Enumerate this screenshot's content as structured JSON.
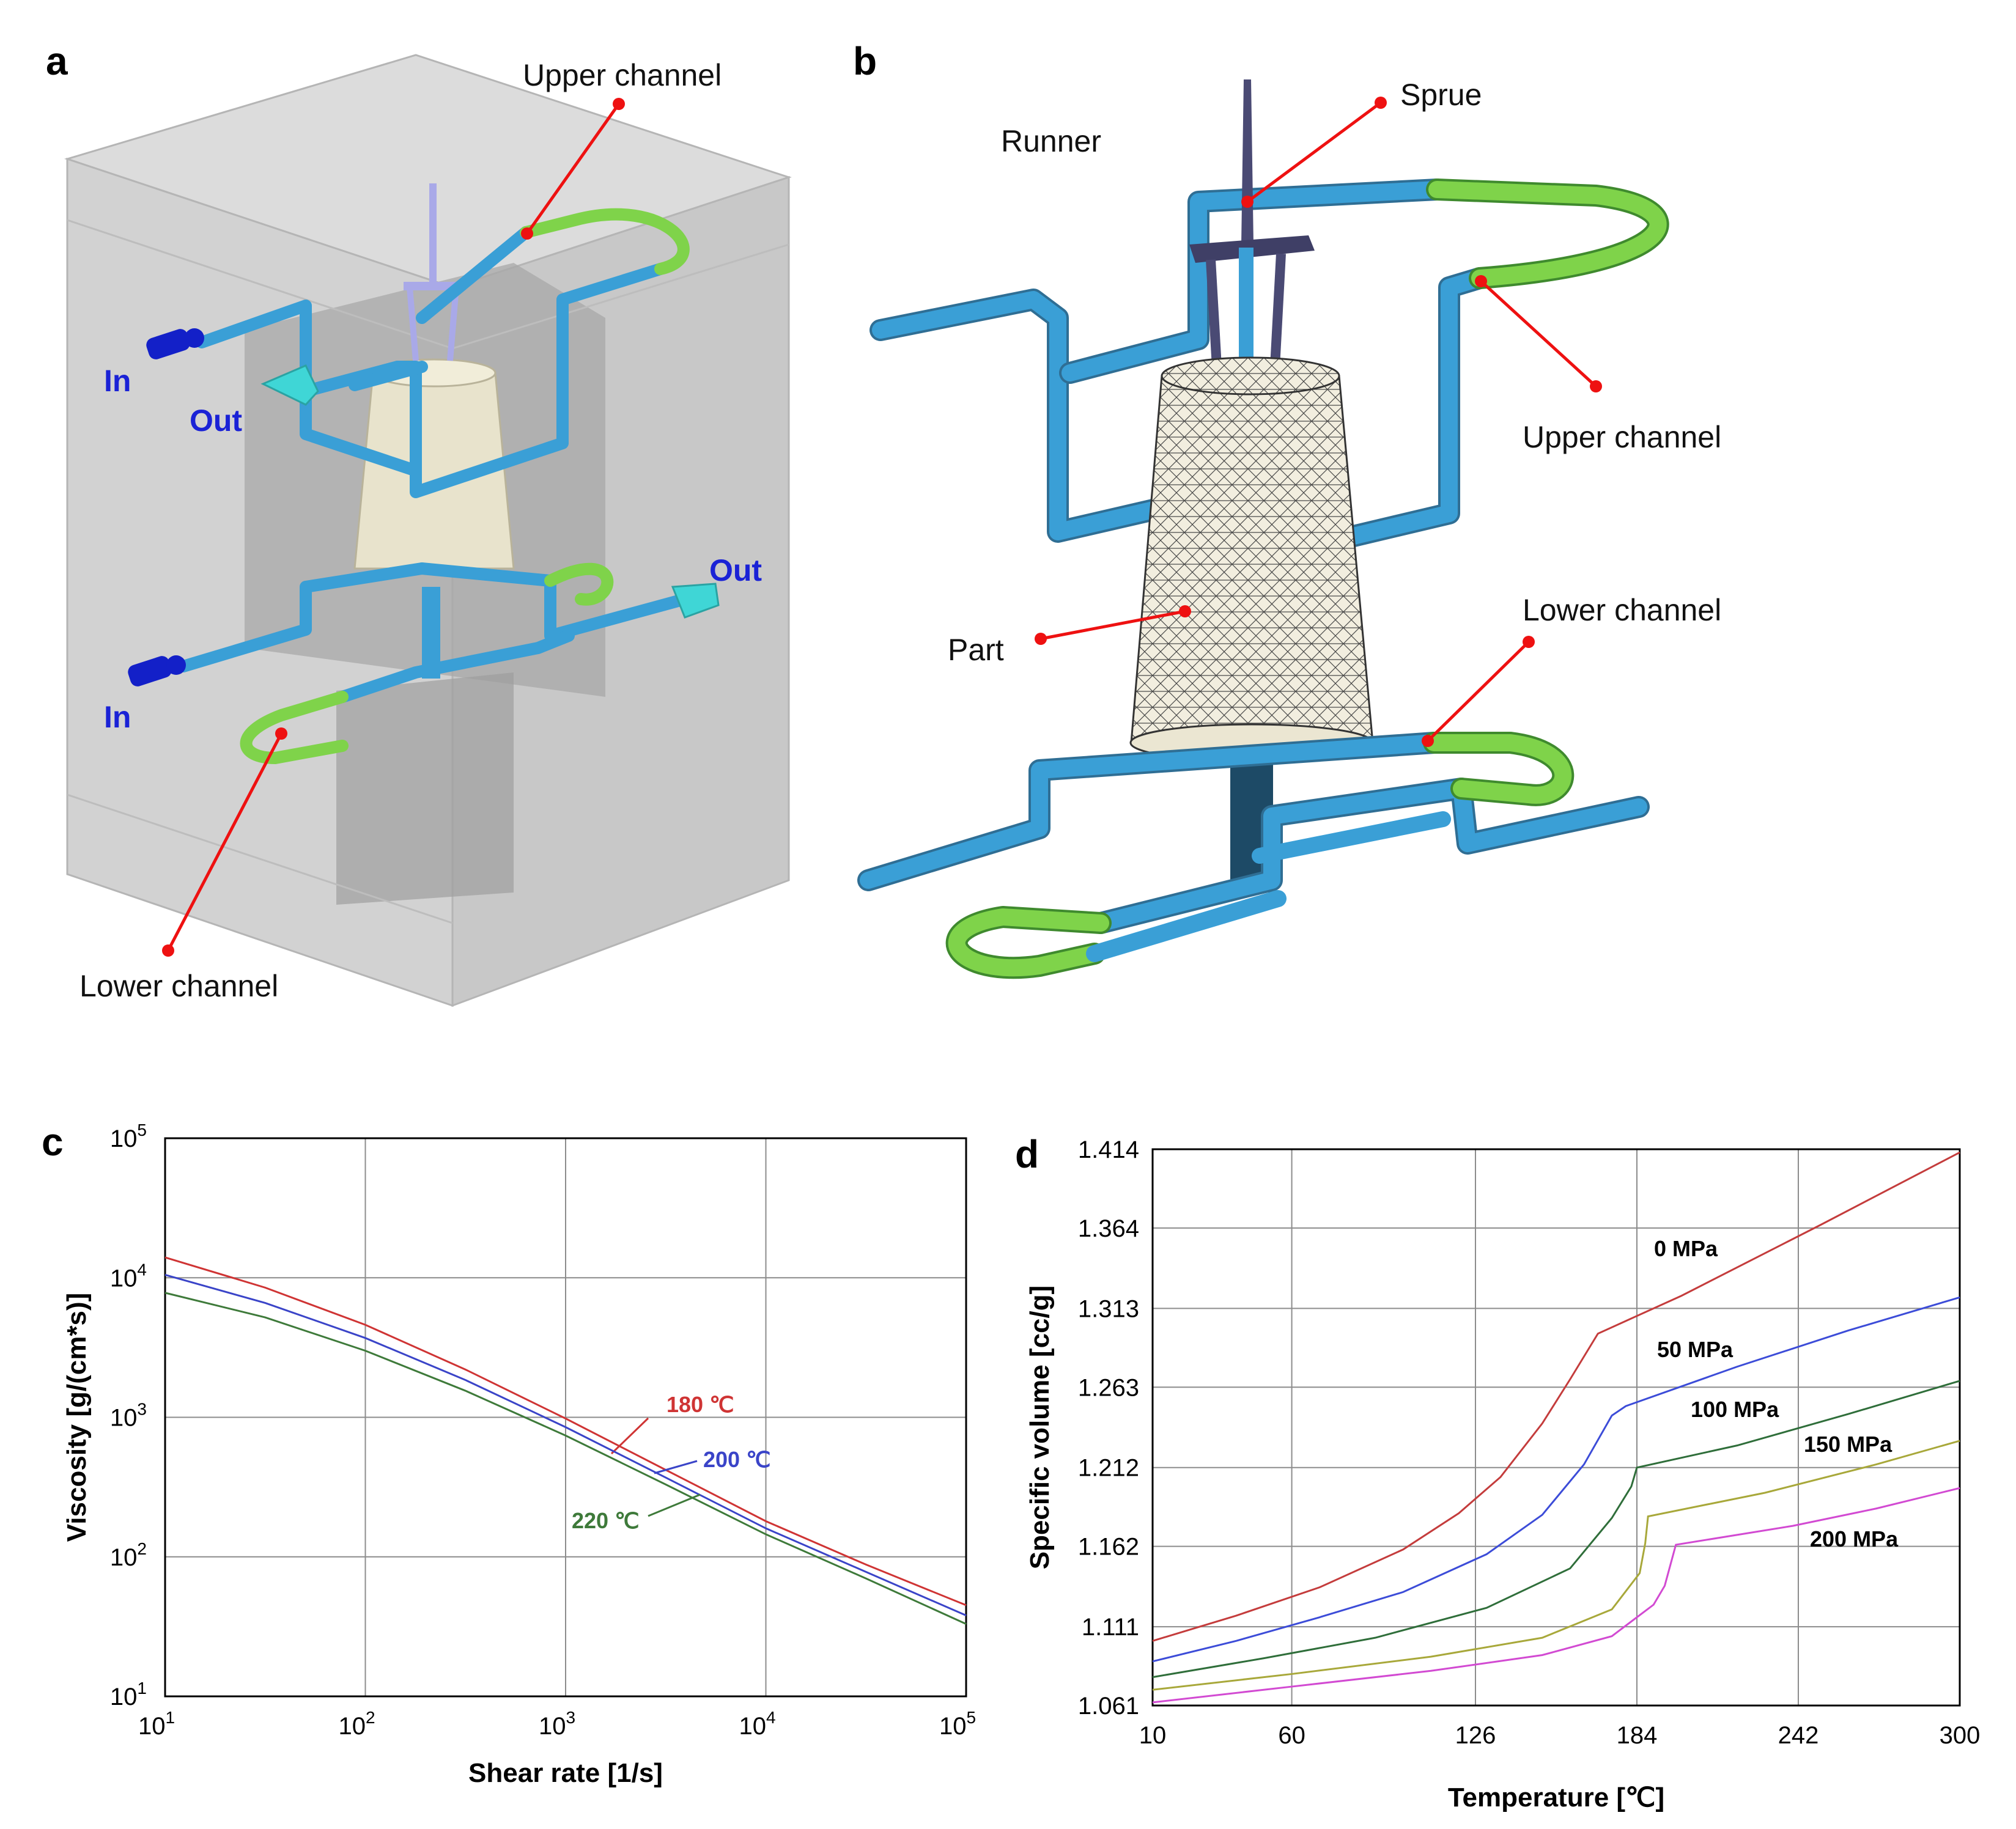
{
  "panels": {
    "a": {
      "letter": "a",
      "callouts": {
        "upper_channel": "Upper channel",
        "lower_channel": "Lower channel"
      },
      "flow": {
        "in_1": "In",
        "in_2": "In",
        "out_1": "Out",
        "out_2": "Out"
      }
    },
    "b": {
      "letter": "b",
      "callouts": {
        "sprue": "Sprue",
        "runner": "Runner",
        "upper_channel": "Upper channel",
        "part": "Part",
        "lower_channel": "Lower channel"
      }
    },
    "c": {
      "letter": "c"
    },
    "d": {
      "letter": "d"
    }
  },
  "colors": {
    "pipe_blue": "#3a9fd6",
    "pipe_green": "#7fd34a",
    "mold_gray": "#cfcfcf",
    "part_beige": "#e8e3cc",
    "sprue_lavender": "#a9a9e8",
    "arrow_in": "#1320c8",
    "arrow_out": "#3fd6d6",
    "callout_red": "#ee1111",
    "series_180": "#cf3434",
    "series_200": "#3a44c8",
    "series_220": "#3e7a3a",
    "series_0": "#c43c3c",
    "series_50": "#3c4cd8",
    "series_100": "#2f6e3a",
    "series_150": "#a8a83a",
    "series_200mpa": "#d24ad2"
  },
  "chart_data": [
    {
      "panel": "c",
      "type": "line",
      "title": "",
      "xlabel": "Shear rate [1/s]",
      "ylabel": "Viscosity [g/(cm*s)]",
      "xscale": "log",
      "yscale": "log",
      "xlim": [
        10,
        100000
      ],
      "ylim": [
        10,
        100000
      ],
      "xticks": [
        {
          "base": "10",
          "exp": "1"
        },
        {
          "base": "10",
          "exp": "2"
        },
        {
          "base": "10",
          "exp": "3"
        },
        {
          "base": "10",
          "exp": "4"
        },
        {
          "base": "10",
          "exp": "5"
        }
      ],
      "yticks": [
        {
          "base": "10",
          "exp": "1"
        },
        {
          "base": "10",
          "exp": "2"
        },
        {
          "base": "10",
          "exp": "3"
        },
        {
          "base": "10",
          "exp": "4"
        },
        {
          "base": "10",
          "exp": "5"
        }
      ],
      "grid": true,
      "series": [
        {
          "name": "180 ℃",
          "color": "#cf3434",
          "x": [
            10,
            31.6,
            100,
            316,
            1000,
            3160,
            10000,
            31600,
            100000
          ],
          "y": [
            14000,
            8500,
            4600,
            2200,
            980,
            420,
            180,
            88,
            45
          ]
        },
        {
          "name": "200 ℃",
          "color": "#3a44c8",
          "x": [
            10,
            31.6,
            100,
            316,
            1000,
            3160,
            10000,
            31600,
            100000
          ],
          "y": [
            10500,
            6600,
            3700,
            1850,
            850,
            370,
            160,
            78,
            38
          ]
        },
        {
          "name": "220 ℃",
          "color": "#3e7a3a",
          "x": [
            10,
            31.6,
            100,
            316,
            1000,
            3160,
            10000,
            31600,
            100000
          ],
          "y": [
            7800,
            5200,
            3000,
            1550,
            740,
            330,
            145,
            70,
            33
          ]
        }
      ]
    },
    {
      "panel": "d",
      "type": "line",
      "title": "",
      "xlabel": "Temperature [℃]",
      "ylabel": "Specific volume [cc/g]",
      "xlim": [
        10,
        300
      ],
      "ylim": [
        1.061,
        1.414
      ],
      "xticks": [
        "10",
        "60",
        "126",
        "184",
        "242",
        "300"
      ],
      "yticks": [
        "1.061",
        "1.111",
        "1.162",
        "1.212",
        "1.263",
        "1.313",
        "1.364",
        "1.414"
      ],
      "grid": true,
      "series": [
        {
          "name": "0 MPa",
          "color": "#c43c3c",
          "x": [
            10,
            40,
            70,
            100,
            120,
            135,
            150,
            160,
            170,
            200,
            250,
            300
          ],
          "y": [
            1.102,
            1.118,
            1.136,
            1.16,
            1.183,
            1.206,
            1.24,
            1.268,
            1.297,
            1.321,
            1.366,
            1.412
          ]
        },
        {
          "name": "50 MPa",
          "color": "#3c4cd8",
          "x": [
            10,
            40,
            70,
            100,
            130,
            150,
            165,
            175,
            180,
            220,
            260,
            300
          ],
          "y": [
            1.089,
            1.102,
            1.117,
            1.133,
            1.157,
            1.182,
            1.214,
            1.245,
            1.251,
            1.276,
            1.299,
            1.32
          ]
        },
        {
          "name": "100 MPa",
          "color": "#2f6e3a",
          "x": [
            10,
            50,
            90,
            130,
            160,
            175,
            182,
            184,
            220,
            260,
            300
          ],
          "y": [
            1.079,
            1.091,
            1.104,
            1.123,
            1.148,
            1.18,
            1.2,
            1.212,
            1.226,
            1.246,
            1.267
          ]
        },
        {
          "name": "150 MPa",
          "color": "#a8a83a",
          "x": [
            10,
            60,
            110,
            150,
            175,
            185,
            187,
            188,
            230,
            270,
            300
          ],
          "y": [
            1.071,
            1.081,
            1.092,
            1.104,
            1.122,
            1.145,
            1.164,
            1.181,
            1.196,
            1.214,
            1.229
          ]
        },
        {
          "name": "200 MPa",
          "color": "#d24ad2",
          "x": [
            10,
            60,
            110,
            150,
            175,
            190,
            194,
            196,
            198,
            240,
            270,
            300
          ],
          "y": [
            1.063,
            1.073,
            1.083,
            1.093,
            1.105,
            1.125,
            1.137,
            1.15,
            1.163,
            1.175,
            1.186,
            1.199
          ]
        }
      ]
    }
  ]
}
